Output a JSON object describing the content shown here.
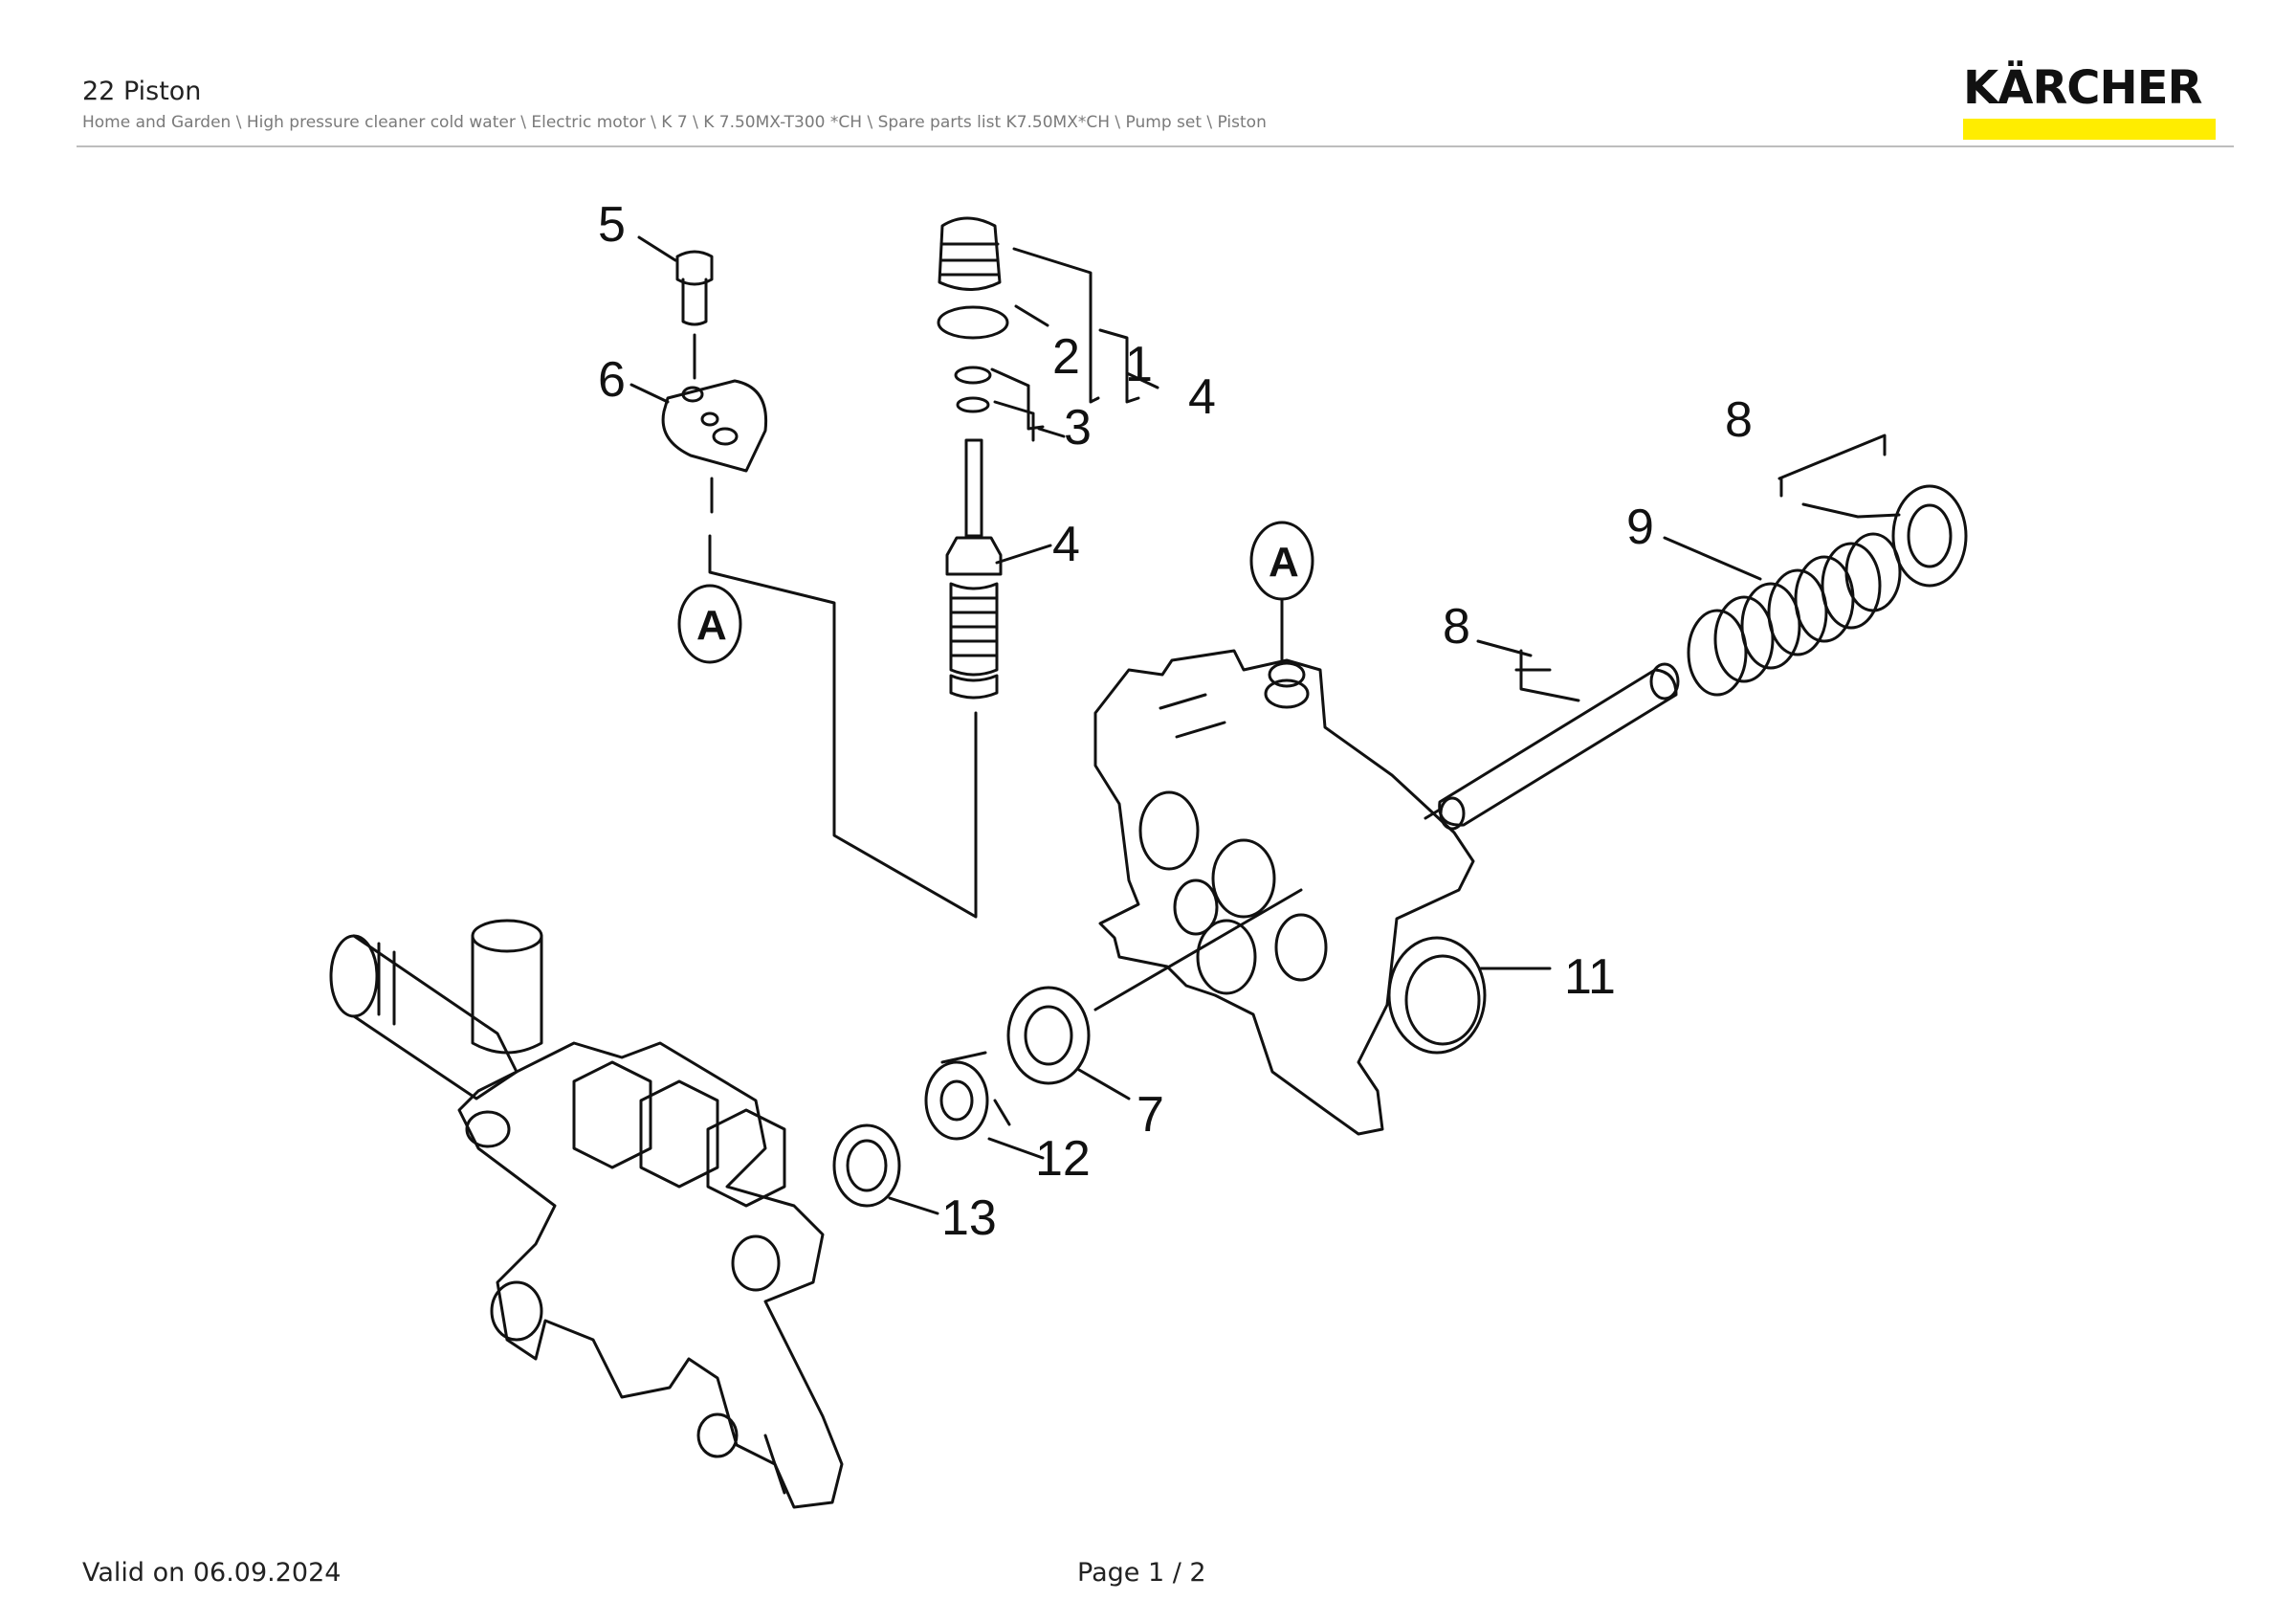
{
  "header": {
    "title": "22 Piston",
    "breadcrumb": "Home and Garden \\ High pressure cleaner cold water \\ Electric motor \\ K 7 \\ K 7.50MX-T300 *CH \\ Spare parts list K7.50MX*CH \\ Pump set \\ Piston"
  },
  "logo": {
    "text": "KÄRCHER",
    "bar_color": "#ffed00"
  },
  "diagram": {
    "callouts": [
      "5",
      "6",
      "2",
      "1",
      "4",
      "3",
      "4",
      "8",
      "9",
      "8",
      "11",
      "7",
      "12",
      "13"
    ],
    "markers": [
      "A",
      "A"
    ]
  },
  "footer": {
    "valid": "Valid on 06.09.2024",
    "page": "Page 1 / 2"
  }
}
